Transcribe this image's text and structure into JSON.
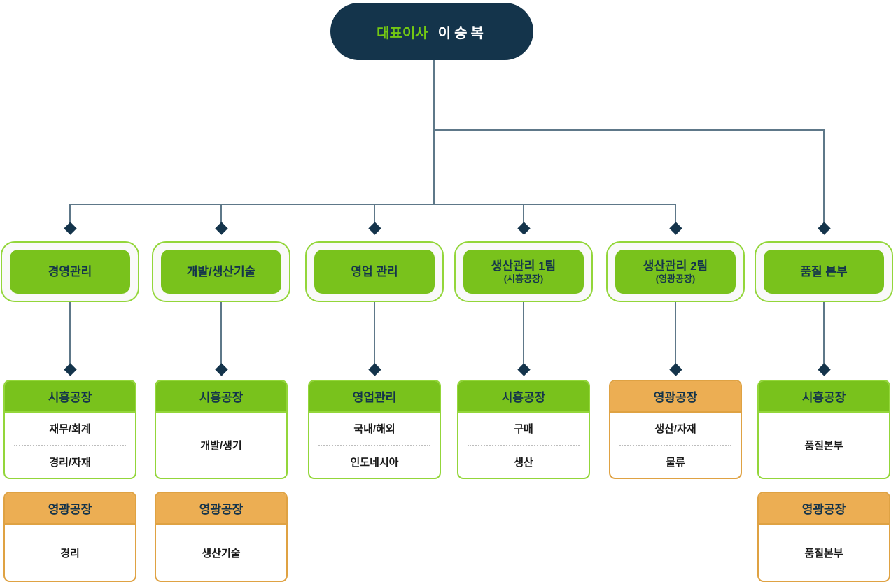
{
  "root": {
    "title_label": "대표이사",
    "name": "이승복"
  },
  "columns": [
    {
      "dept": {
        "label": "경영관리"
      },
      "cards": [
        {
          "style": "green",
          "header": "시흥공장",
          "items": [
            "재무/회계",
            "경리/자재"
          ]
        },
        {
          "style": "orange",
          "header": "영광공장",
          "items": [
            "경리"
          ]
        }
      ]
    },
    {
      "dept": {
        "label": "개발/생산기술"
      },
      "cards": [
        {
          "style": "green",
          "header": "시흥공장",
          "items": [
            "개발/생기"
          ]
        },
        {
          "style": "orange",
          "header": "영광공장",
          "items": [
            "생산기술"
          ]
        }
      ]
    },
    {
      "dept": {
        "label": "영업 관리"
      },
      "cards": [
        {
          "style": "green",
          "header": "영업관리",
          "items": [
            "국내/해외",
            "인도네시아"
          ]
        }
      ]
    },
    {
      "dept": {
        "label": "생산관리 1팀",
        "sub": "(시흥공장)"
      },
      "cards": [
        {
          "style": "green",
          "header": "시흥공장",
          "items": [
            "구매",
            "생산"
          ]
        }
      ]
    },
    {
      "dept": {
        "label": "생산관리 2팀",
        "sub": "(영광공장)"
      },
      "cards": [
        {
          "style": "orange",
          "header": "영광공장",
          "items": [
            "생산/자재",
            "물류"
          ]
        }
      ]
    },
    {
      "dept": {
        "label": "품질 본부"
      },
      "cards": [
        {
          "style": "green",
          "header": "시흥공장",
          "items": [
            "품질본부"
          ]
        },
        {
          "style": "orange",
          "header": "영광공장",
          "items": [
            "품질본부"
          ]
        }
      ]
    }
  ],
  "colors": {
    "navy": "#14344B",
    "green_fill": "#79C21C",
    "green_border": "#93D63A",
    "orange_fill": "#ECAE53",
    "orange_border": "#DFA243",
    "connector_line": "#5E7889",
    "ceo_title_green": "#74C813"
  }
}
